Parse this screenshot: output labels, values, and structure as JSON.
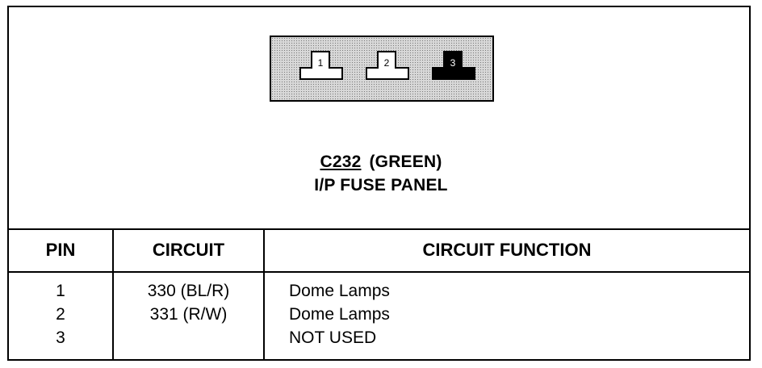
{
  "connector": {
    "pins": [
      {
        "label": "1",
        "state": "used"
      },
      {
        "label": "2",
        "state": "used"
      },
      {
        "label": "3",
        "state": "not-used"
      }
    ],
    "fill_colors": {
      "used": "#ffffff",
      "not_used": "#000000"
    }
  },
  "title": {
    "code": "C232",
    "color": "(GREEN)",
    "location": "I/P FUSE PANEL"
  },
  "table": {
    "headers": {
      "pin": "PIN",
      "circuit": "CIRCUIT",
      "function": "CIRCUIT FUNCTION"
    },
    "rows": [
      {
        "pin": "1",
        "circuit": "330 (BL/R)",
        "function": "Dome Lamps"
      },
      {
        "pin": "2",
        "circuit": "331 (R/W)",
        "function": "Dome Lamps"
      },
      {
        "pin": "3",
        "circuit": "",
        "function": "NOT USED"
      }
    ]
  }
}
